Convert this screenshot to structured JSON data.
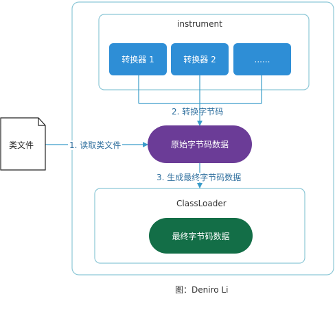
{
  "diagram": {
    "instrument_label": "instrument",
    "converters": [
      "转换器 1",
      "转换器 2",
      "......"
    ],
    "source_file": "类文件",
    "step1": "1. 读取类文件",
    "step2": "2. 转换字节码",
    "step3": "3. 生成最终字节码数据",
    "original_data": "原始字节码数据",
    "classloader_label": "ClassLoader",
    "final_data": "最终字节码数据",
    "credit": "图：Deniro Li"
  },
  "colors": {
    "container_border": "#8cc7d6",
    "converter_fill": "#2e8ed6",
    "original_fill": "#6b3c97",
    "final_fill": "#136e47",
    "line": "#3a9cc9",
    "text": "#333333",
    "label_blue": "#2f6f9e"
  }
}
